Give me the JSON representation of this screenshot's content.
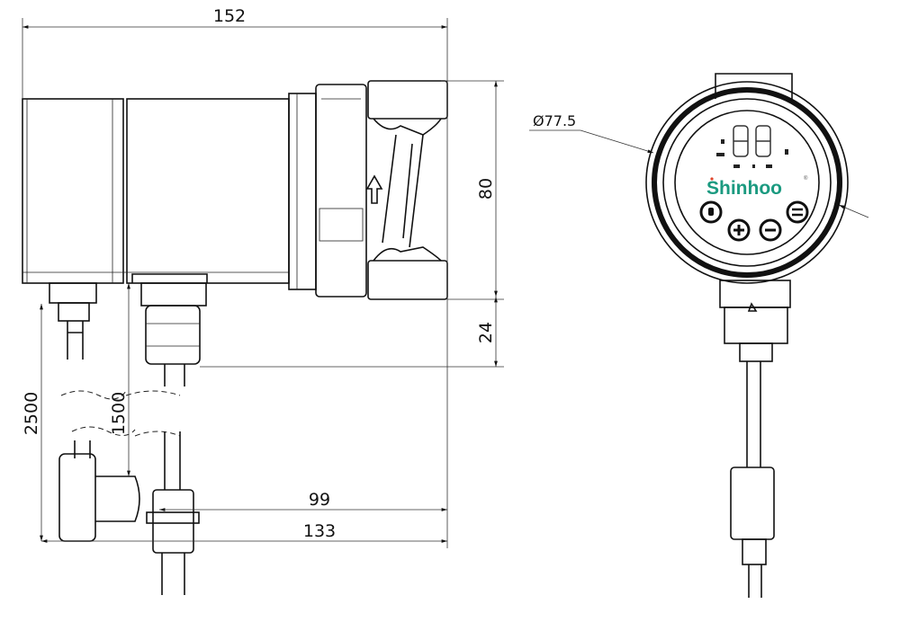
{
  "dimensions": {
    "overall_length": "152",
    "height_upper": "80",
    "height_lower": "24",
    "cable_total": "2500",
    "cable_inner": "1500",
    "plug_offset_inner": "99",
    "plug_offset_outer": "133",
    "diameter": "Ø77.5"
  },
  "front_view": {
    "brand": "Shinhoo",
    "brand_mark": "®",
    "brand_color": "#1b9a80",
    "accent_dot_color": "#e0452b"
  }
}
